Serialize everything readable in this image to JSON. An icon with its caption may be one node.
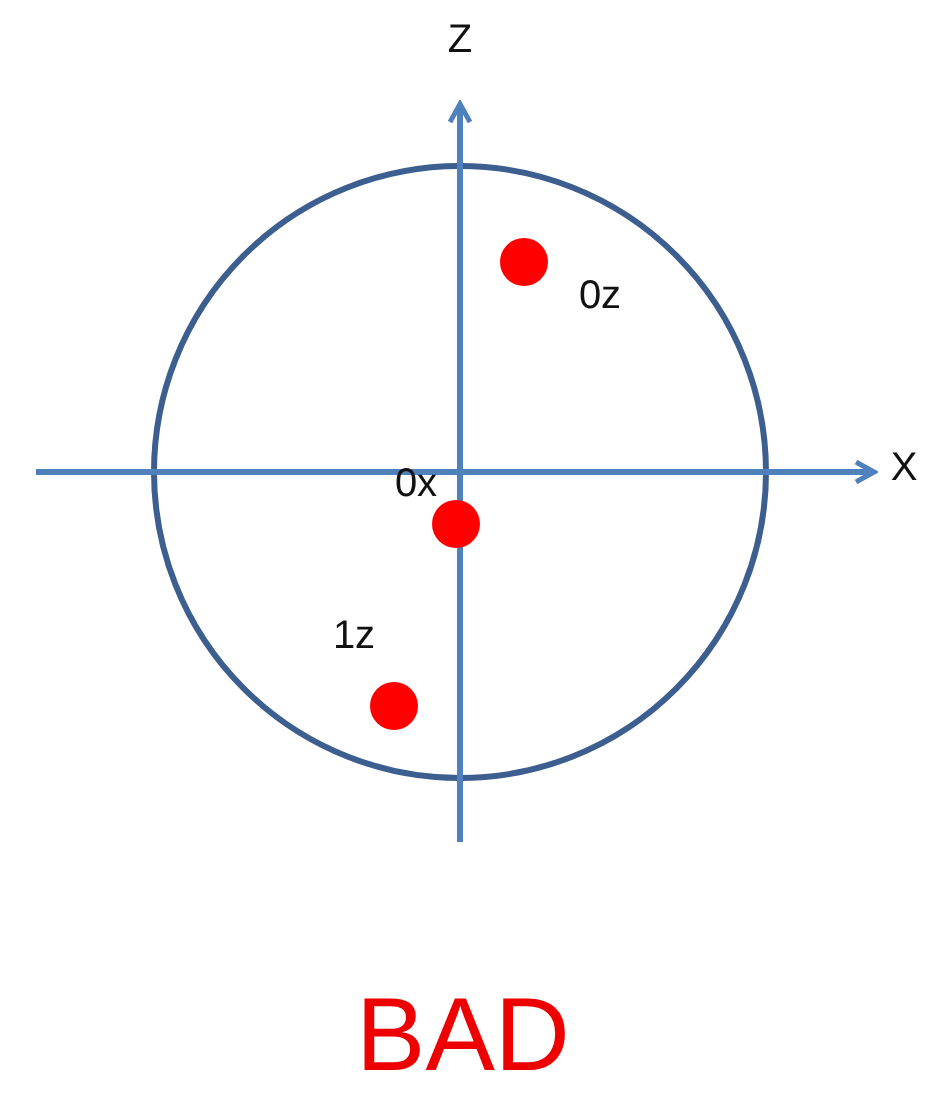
{
  "diagram": {
    "caption": "BAD",
    "labels": [
      "Z",
      "0z",
      "0x",
      "X",
      "1z"
    ]
  }
}
